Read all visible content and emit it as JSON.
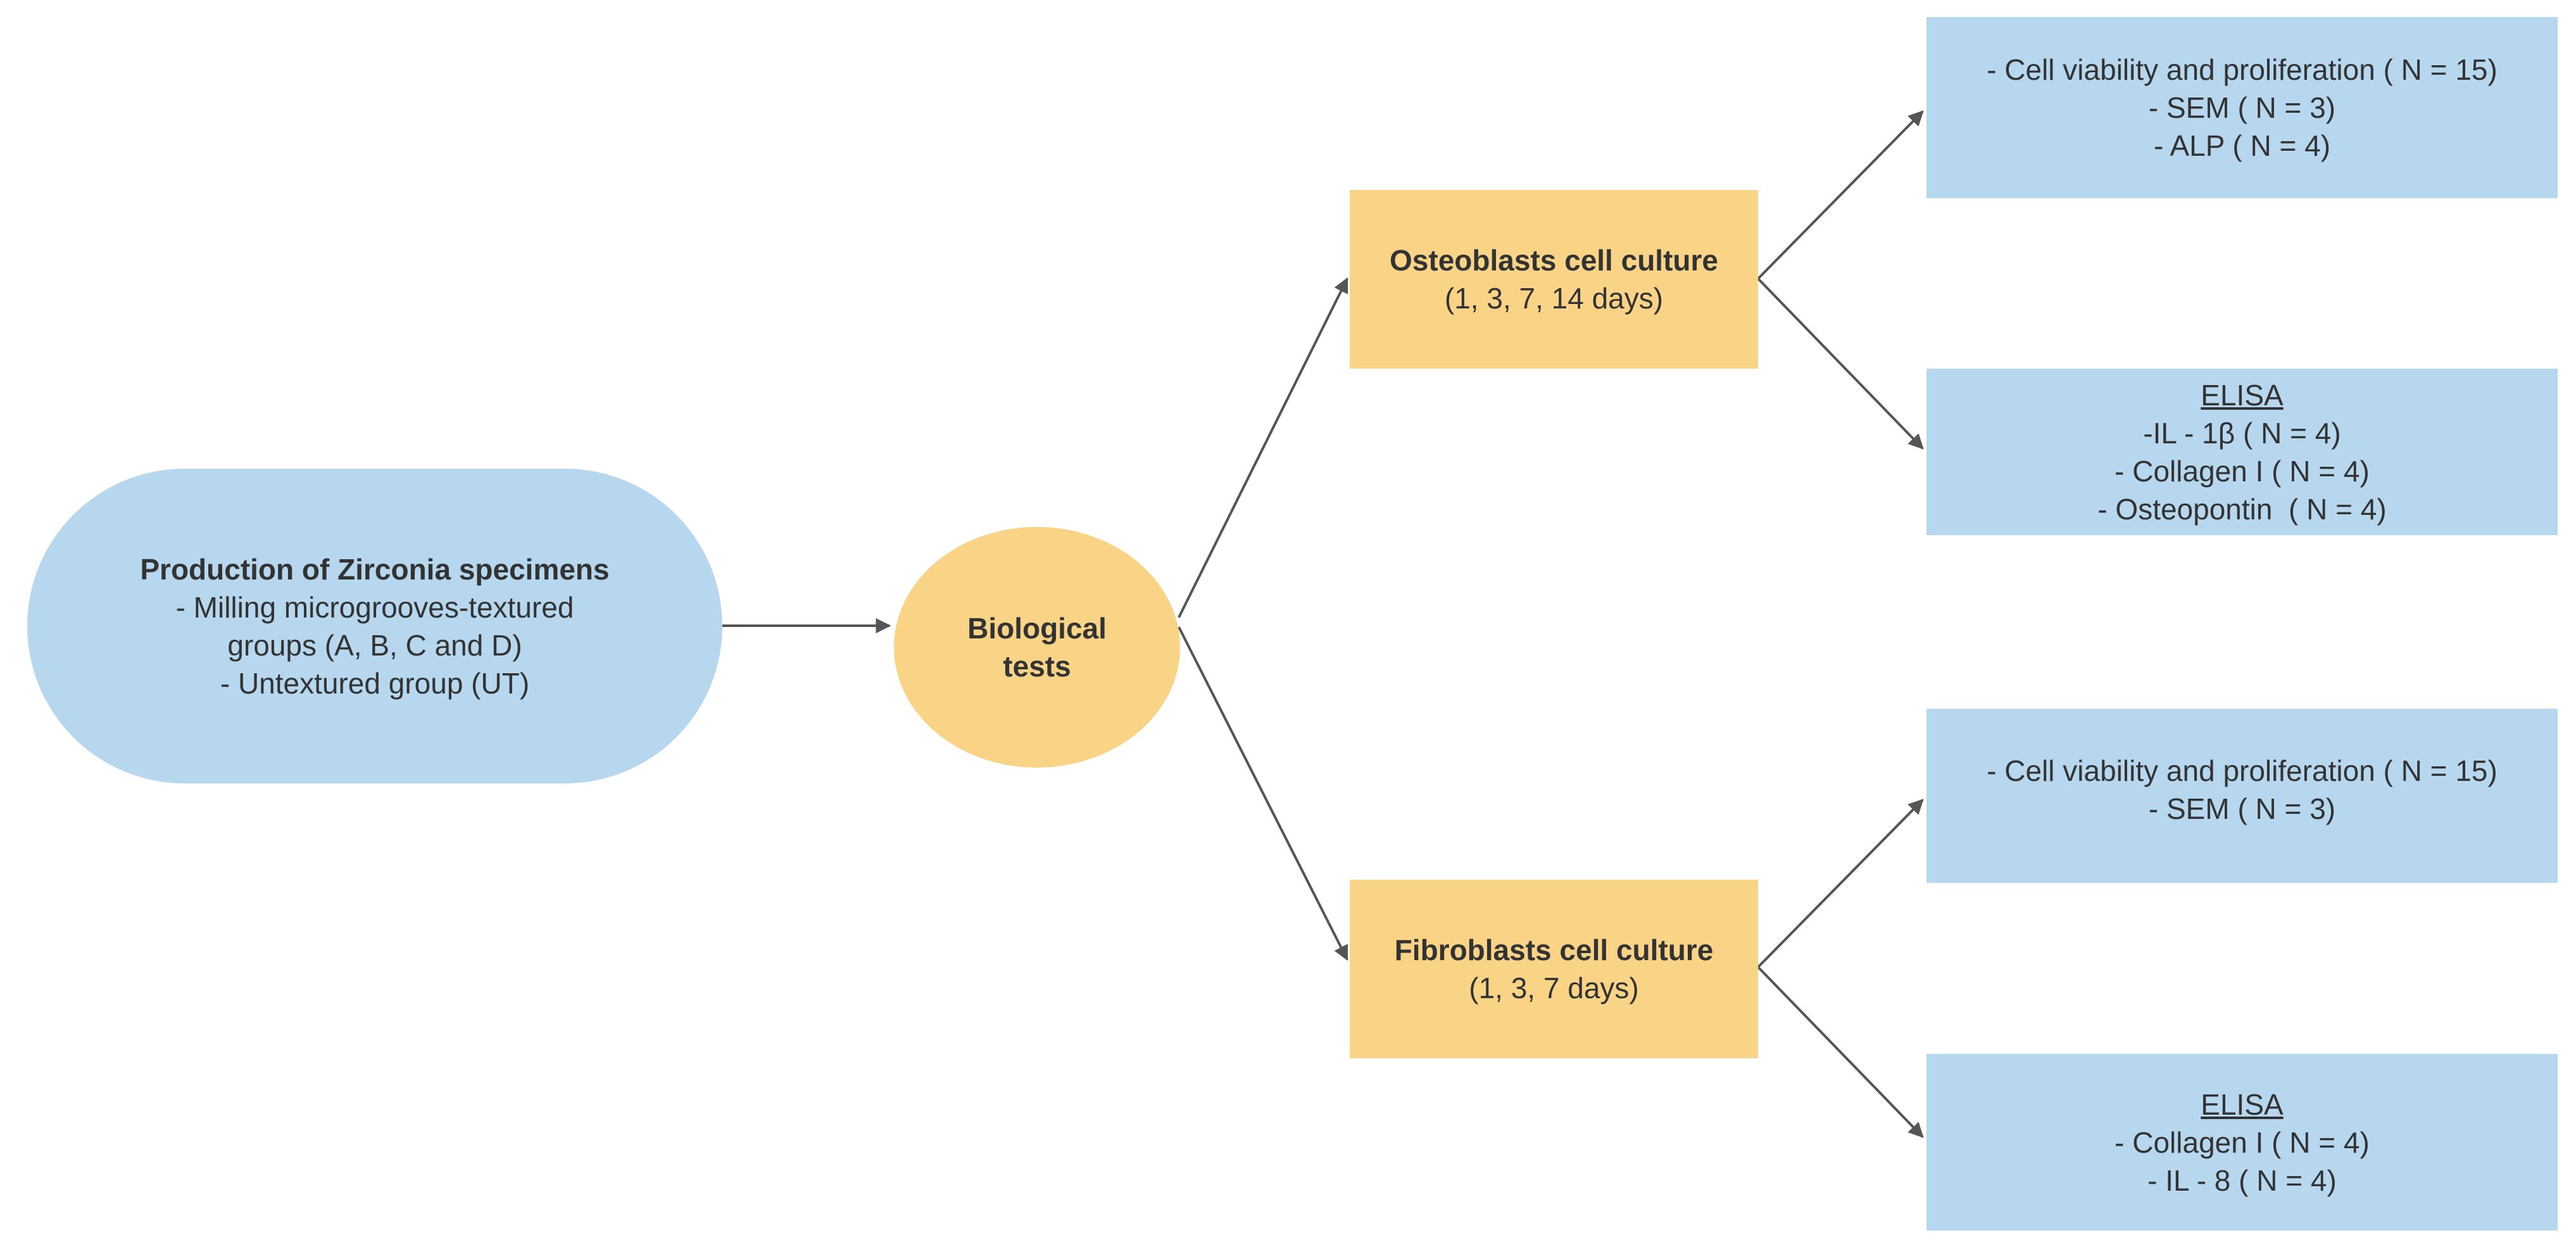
{
  "production": {
    "title": "Production of Zirconia specimens",
    "line1": "- Milling microgrooves-textured",
    "line2": "groups (A, B, C and D)",
    "line3": "- Untextured group (UT)"
  },
  "biological": {
    "line1": "Biological",
    "line2": "tests"
  },
  "osteoblasts": {
    "title": "Osteoblasts cell culture",
    "days": "(1, 3, 7, 14 days)"
  },
  "fibroblasts": {
    "title": "Fibroblasts cell culture",
    "days": "(1, 3, 7 days)"
  },
  "osteo_assays": {
    "items": [
      "- Cell viability and proliferation ( N = 15)",
      "- SEM ( N = 3)",
      "- ALP ( N = 4)"
    ]
  },
  "osteo_elisa": {
    "heading": "ELISA",
    "items": [
      "-IL - 1β ( N = 4)",
      "- Collagen I ( N = 4)",
      "- Osteopontin  ( N = 4)"
    ]
  },
  "fibro_assays": {
    "items": [
      "- Cell viability and proliferation ( N = 15)",
      "- SEM ( N = 3)"
    ]
  },
  "fibro_elisa": {
    "heading": "ELISA",
    "items": [
      "- Collagen I ( N = 4)",
      "- IL - 8 ( N = 4)"
    ]
  },
  "colors": {
    "blue_fill": "#b6d7ee",
    "yellow_fill": "#f9d386",
    "arrow": "#555555",
    "text": "#333333"
  }
}
